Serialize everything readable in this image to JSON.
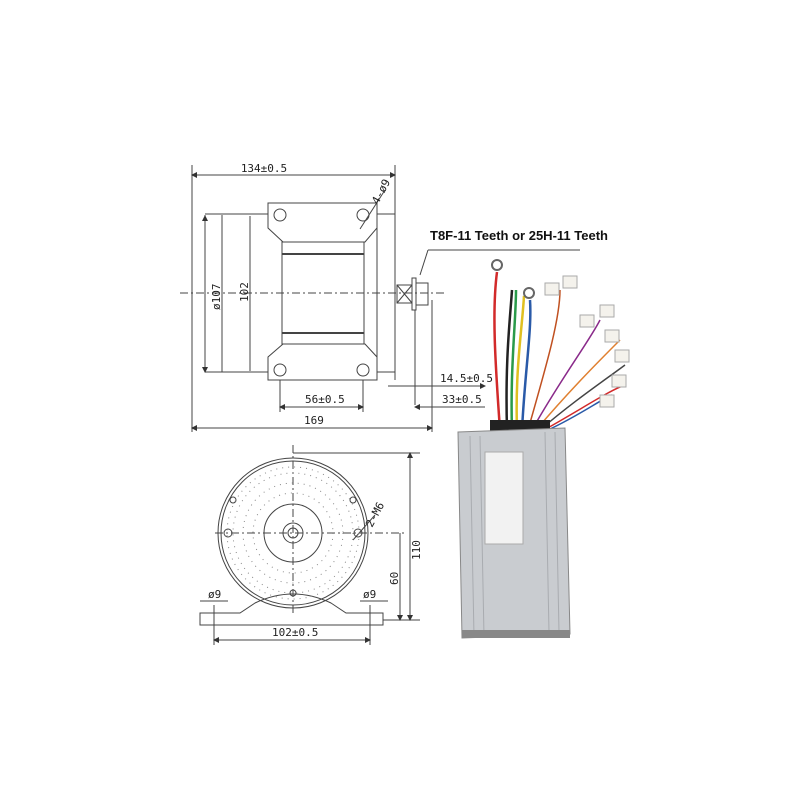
{
  "top_view": {
    "width_label": "134±0.5",
    "holes_label": "4-ø9",
    "diameter_label": "ø107",
    "height_label": "102",
    "sprocket_offset_label": "14.5±0.5",
    "hole_spacing_label": "56±0.5",
    "shaft_length_label": "33±0.5",
    "total_length_label": "169"
  },
  "callout": {
    "sprocket_label": "T8F-11 Teeth or 25H-11 Teeth"
  },
  "front_view": {
    "thread_label": "2-M6",
    "total_height_label": "110",
    "center_height_label": "60",
    "left_hole_label": "ø9",
    "right_hole_label": "ø9",
    "base_spacing_label": "102±0.5"
  },
  "colors": {
    "line": "#444444",
    "controller_body": "#c9ccd0",
    "wire_red": "#d22a2a",
    "wire_green": "#2a9a4a",
    "wire_blue": "#2a5aa8",
    "wire_yellow": "#e0c020"
  }
}
